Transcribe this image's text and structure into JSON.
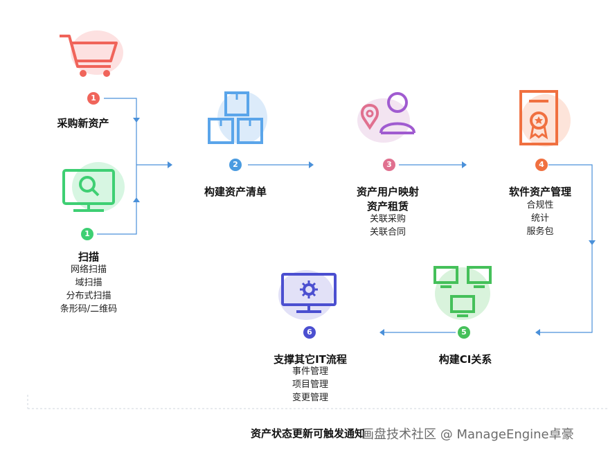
{
  "steps": [
    {
      "number": "1",
      "title": "采购新资产",
      "lines": []
    },
    {
      "number": "1",
      "title": "扫描",
      "lines": [
        "网络扫描",
        "域扫描",
        "分布式扫描",
        "条形码/二维码"
      ]
    },
    {
      "number": "2",
      "title": "构建资产清单",
      "lines": []
    },
    {
      "number": "3",
      "title": "资产用户映射",
      "title2": "资产租赁",
      "lines": [
        "关联采购",
        "关联合同"
      ]
    },
    {
      "number": "4",
      "title": "软件资产管理",
      "lines": [
        "合规性",
        "统计",
        "服务包"
      ]
    },
    {
      "number": "5",
      "title": "构建CI关系",
      "lines": []
    },
    {
      "number": "6",
      "title": "支撑其它IT流程",
      "lines": [
        "事件管理",
        "项目管理",
        "变更管理"
      ]
    }
  ],
  "footer": "资产状态更新可触发通知",
  "watermark": "画盘技术社区 @ ManageEngine卓豪",
  "colors": {
    "flow_line": "#4a90d9",
    "badge1_cart": "#f0645a",
    "badge1_scan": "#3ecf73",
    "badge2": "#4a9be0",
    "badge3": "#e0708f",
    "badge4": "#f07040",
    "badge5": "#45c05a",
    "badge6": "#4b4fd0"
  }
}
